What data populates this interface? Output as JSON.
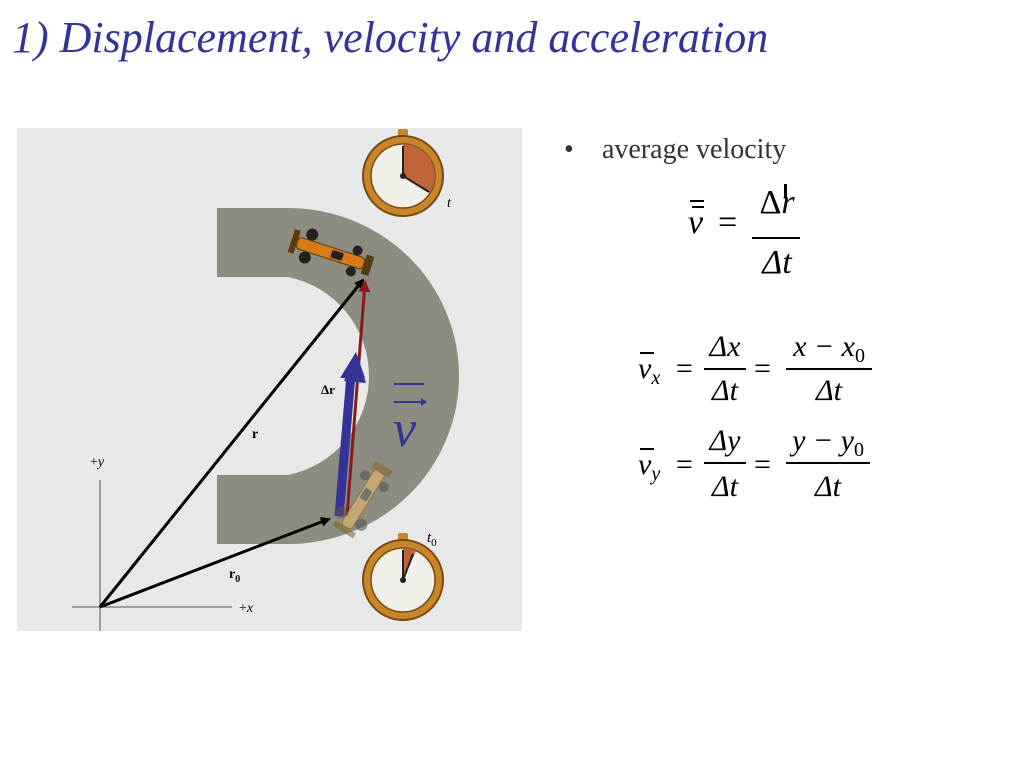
{
  "slide": {
    "title": "1) Displacement, velocity and acceleration"
  },
  "figure": {
    "labels": {
      "t": "t",
      "t0_base": "t",
      "t0_sub": "0",
      "delta_r": "Δr",
      "r": "r",
      "r0_base": "r",
      "r0_sub": "0",
      "plus_y_sign": "+",
      "plus_y_var": "y",
      "plus_x_sign": "+",
      "plus_x_var": "x",
      "v_symbol": "v"
    },
    "colors": {
      "background": "#e8e8e8",
      "track": "#8c8c80",
      "v_arrow": "#333399",
      "delta_r_arrow": "#8b1a1a",
      "stopwatch_gold": "#c8862a",
      "stopwatch_wedge": "#c0643a"
    }
  },
  "content": {
    "bullet_text": "average velocity",
    "eq1": {
      "lhs": "v",
      "eq": "=",
      "num_delta": "Δ",
      "num_var": "r",
      "den": "Δt"
    },
    "eq2": {
      "lhs": "v",
      "lhs_sub": "x",
      "eq1": "=",
      "num1": "Δx",
      "den1": "Δt",
      "eq2": "=",
      "num2_a": "x − x",
      "num2_sub": "0",
      "den2": "Δt"
    },
    "eq3": {
      "lhs": "v",
      "lhs_sub": "y",
      "eq1": "=",
      "num1": "Δy",
      "den1": "Δt",
      "eq2": "=",
      "num2_a": "y − y",
      "num2_sub": "0",
      "den2": "Δt"
    }
  }
}
